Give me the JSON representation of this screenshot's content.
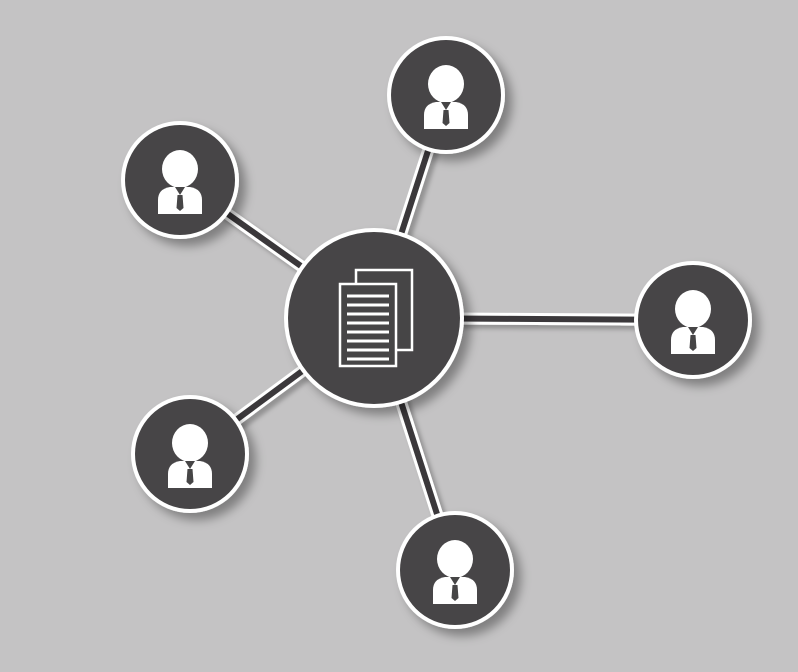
{
  "diagram": {
    "type": "hub-and-spoke network",
    "hub": {
      "icon": "documents-icon"
    },
    "nodes": [
      {
        "id": "top",
        "icon": "person-icon"
      },
      {
        "id": "upper-left",
        "icon": "person-icon"
      },
      {
        "id": "right",
        "icon": "person-icon"
      },
      {
        "id": "lower-left",
        "icon": "person-icon"
      },
      {
        "id": "bottom",
        "icon": "person-icon"
      }
    ],
    "colors": {
      "background": "#c4c3c4",
      "node_fill": "#464546",
      "outline": "#ffffff",
      "connector": "#3a393a"
    }
  }
}
